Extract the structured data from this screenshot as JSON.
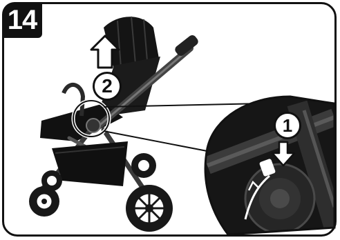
{
  "step": {
    "number": "14"
  },
  "callouts": {
    "action_1": "1",
    "action_2": "2"
  },
  "colors": {
    "ink": "#111111",
    "background": "#ffffff",
    "frame": "#111111"
  },
  "icons": {
    "lift_arrow": "arrow-up-icon",
    "press_arrow": "arrow-down-icon",
    "detail": "magnifier-circle"
  }
}
